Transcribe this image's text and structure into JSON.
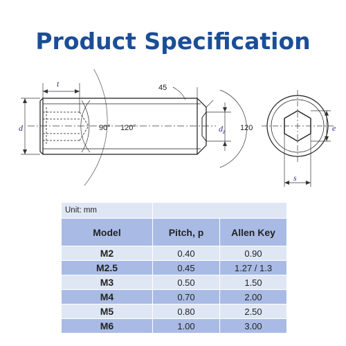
{
  "title": "Product Specification",
  "diagram": {
    "labels": {
      "t": "t",
      "d": "d",
      "dz_main": "d",
      "dz_sub": "z",
      "e": "e",
      "s": "s"
    },
    "angles": {
      "a45": "45",
      "a90": "90°",
      "a120_inner": "120°",
      "a120_outer": "120"
    }
  },
  "table": {
    "unit_label": "Unit: mm",
    "headers": [
      "Model",
      "Pitch, p",
      "Allen Key"
    ],
    "rows": [
      {
        "model": "M2",
        "pitch": "0.40",
        "key": "0.90"
      },
      {
        "model": "M2.5",
        "pitch": "0.45",
        "key": "1.27 / 1.3"
      },
      {
        "model": "M3",
        "pitch": "0.50",
        "key": "1.50"
      },
      {
        "model": "M4",
        "pitch": "0.70",
        "key": "2.00"
      },
      {
        "model": "M5",
        "pitch": "0.80",
        "key": "2.50"
      },
      {
        "model": "M6",
        "pitch": "1.00",
        "key": "3.00"
      }
    ]
  },
  "colors": {
    "title": "#1b4e96",
    "header_bg": "#a9bbe5",
    "row_light": "#dfe7f5",
    "dimension_line": "#2b2f8f"
  }
}
